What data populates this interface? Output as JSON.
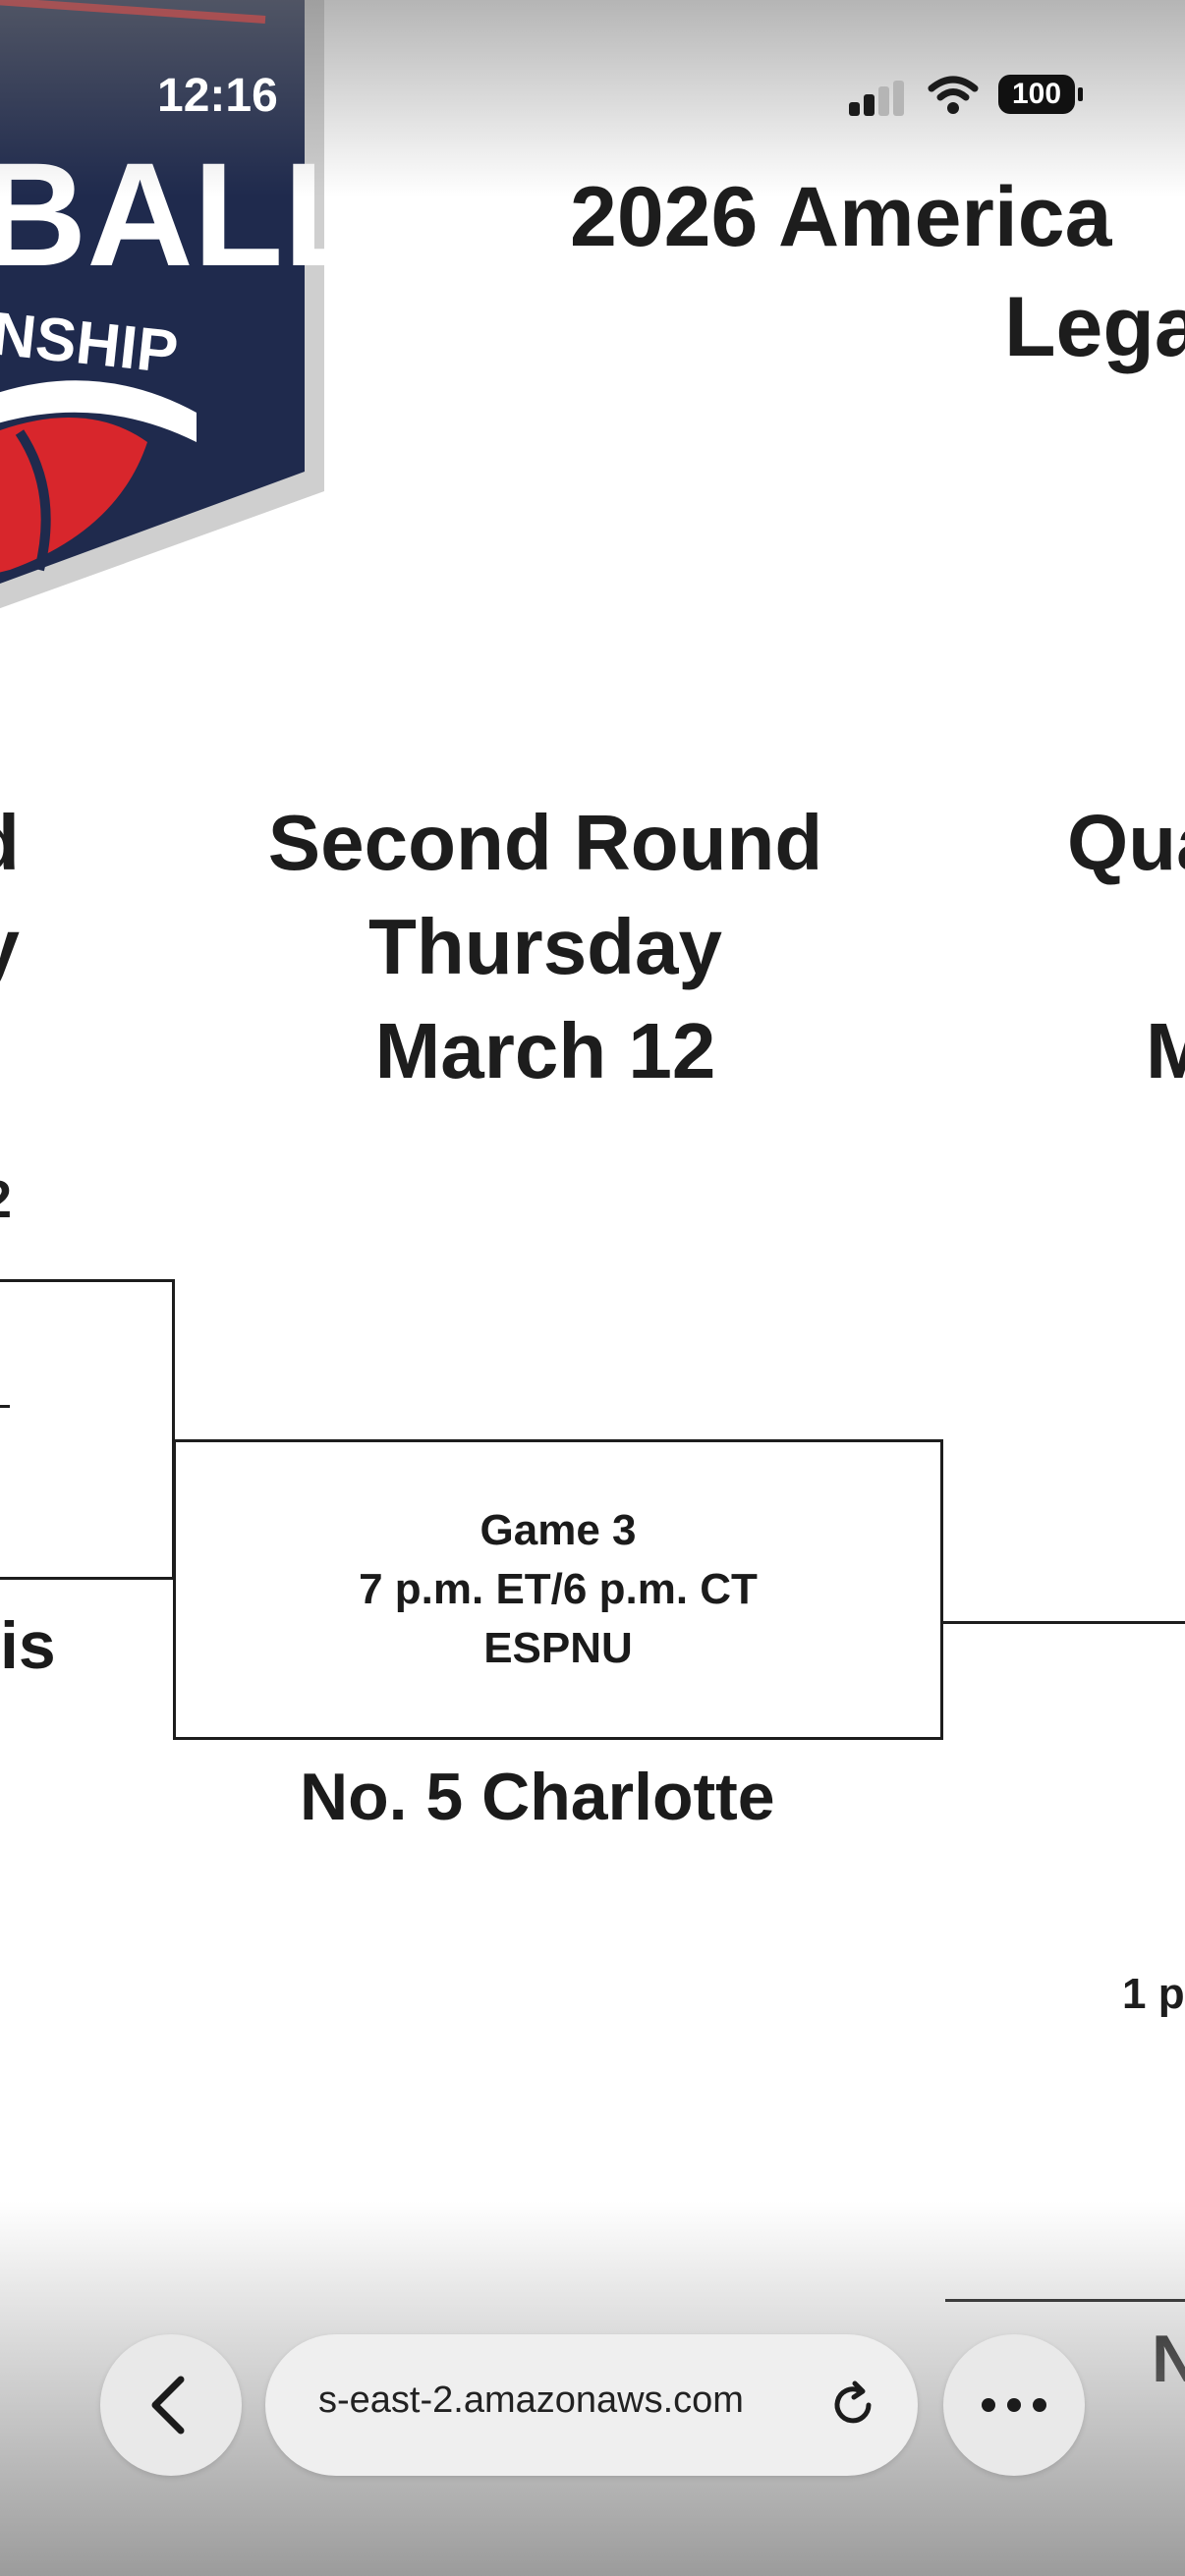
{
  "status_bar": {
    "time": "12:16",
    "battery": "100"
  },
  "title": {
    "line1": "2026 America",
    "line2": "Lega"
  },
  "rounds": {
    "left_fragment": [
      "d",
      "y"
    ],
    "left_date_fragment": "2",
    "center": [
      "Second Round",
      "Thursday",
      "March 12"
    ],
    "right_fragment": [
      "Qua",
      "",
      "M"
    ]
  },
  "game": {
    "number": "Game 3",
    "time": "7 p.m. ET/6 p.m. CT",
    "network": "ESPNU"
  },
  "teams": {
    "left_fragment": "is",
    "center": "No. 5 Charlotte",
    "right_fragment": "N"
  },
  "right_time_fragment": "1 p",
  "browser": {
    "url": "s-east-2.amazonaws.com"
  },
  "colors": {
    "ink": "#1d1d1d",
    "logo_navy": "#1f2a4d",
    "logo_red": "#d8262c"
  }
}
